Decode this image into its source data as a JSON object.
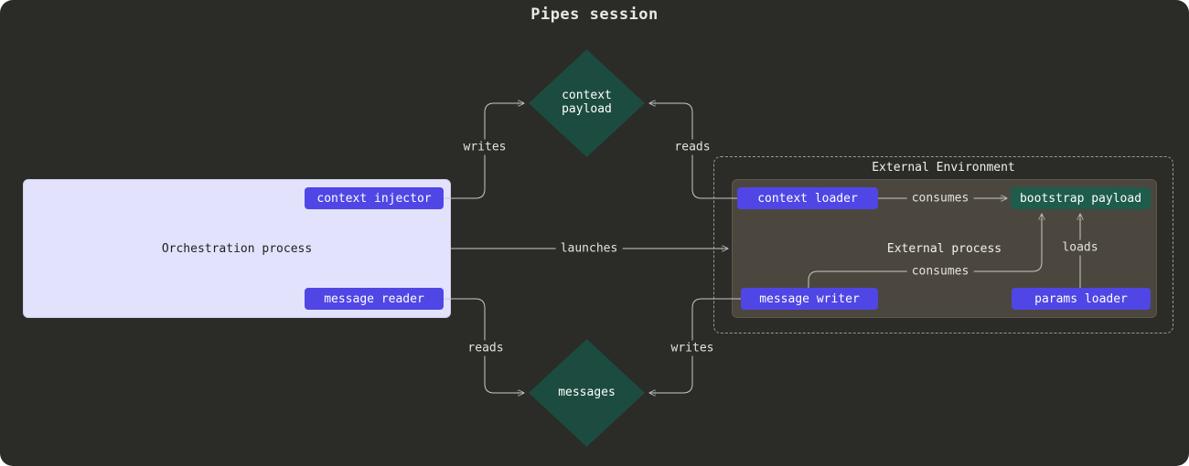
{
  "title": "Pipes session",
  "colors": {
    "page_background": "#2b2b27",
    "edge": "#c9c9c9",
    "button_purple": "#4f46e5",
    "diamond_teal": "#1c4c40",
    "bootstrap_teal": "#1e5c4b",
    "orchestration_fill": "#e2e2fc",
    "external_process_fill": "#4c473e"
  },
  "nodes": {
    "orchestration_process": {
      "label": "Orchestration process"
    },
    "context_injector": {
      "label": "context injector"
    },
    "message_reader": {
      "label": "message reader"
    },
    "external_environment": {
      "label": "External Environment"
    },
    "external_process": {
      "label": "External process"
    },
    "context_loader": {
      "label": "context loader"
    },
    "message_writer": {
      "label": "message writer"
    },
    "params_loader": {
      "label": "params loader"
    },
    "bootstrap_payload": {
      "label": "bootstrap payload"
    },
    "context_payload": {
      "label": "context payload"
    },
    "messages": {
      "label": "messages"
    }
  },
  "edges": {
    "writes_top": "writes",
    "reads_top": "reads",
    "launches": "launches",
    "consumes_top": "consumes",
    "loads": "loads",
    "consumes_bottom": "consumes",
    "reads_bottom": "reads",
    "writes_bottom": "writes"
  }
}
